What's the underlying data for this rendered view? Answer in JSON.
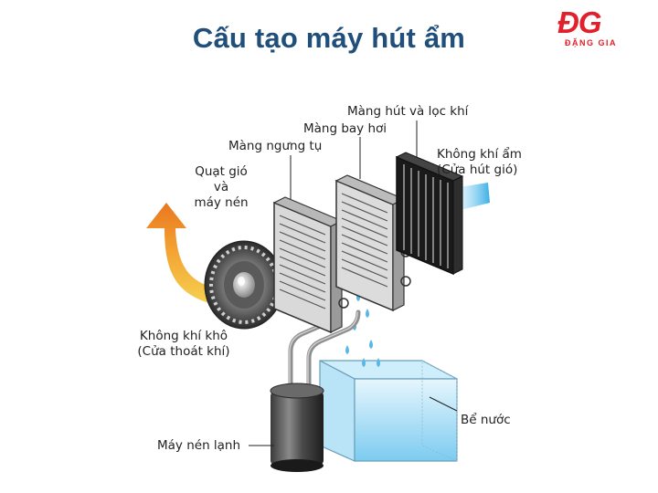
{
  "title": "Cấu tạo máy hút ẩm",
  "logo": {
    "mark": "ĐG",
    "sub": "ĐẶNG GIA",
    "color": "#e0202a"
  },
  "labels": {
    "filter_line1": "Màng hút và lọc khí",
    "evaporator_line1": "Màng bay hơi",
    "condenser_line1": "Màng ngưng tụ",
    "fan_line1": "Quạt gió",
    "fan_line2": "và",
    "fan_line3": "máy nén",
    "humid_air_line1": "Không khí ẩm",
    "humid_air_line2": "(Cửa hút gió)",
    "dry_air_line1": "Không khí khô",
    "dry_air_line2": "(Cửa thoát khí)",
    "water_tank": "Bể nước",
    "compressor": "Máy nén lạnh"
  },
  "colors": {
    "title": "#1f4f7a",
    "hot_air": "#f08a1a",
    "dry_air": "#d9e23a",
    "humid_air": "#4bb8e8",
    "water": "#9fd7f2"
  }
}
